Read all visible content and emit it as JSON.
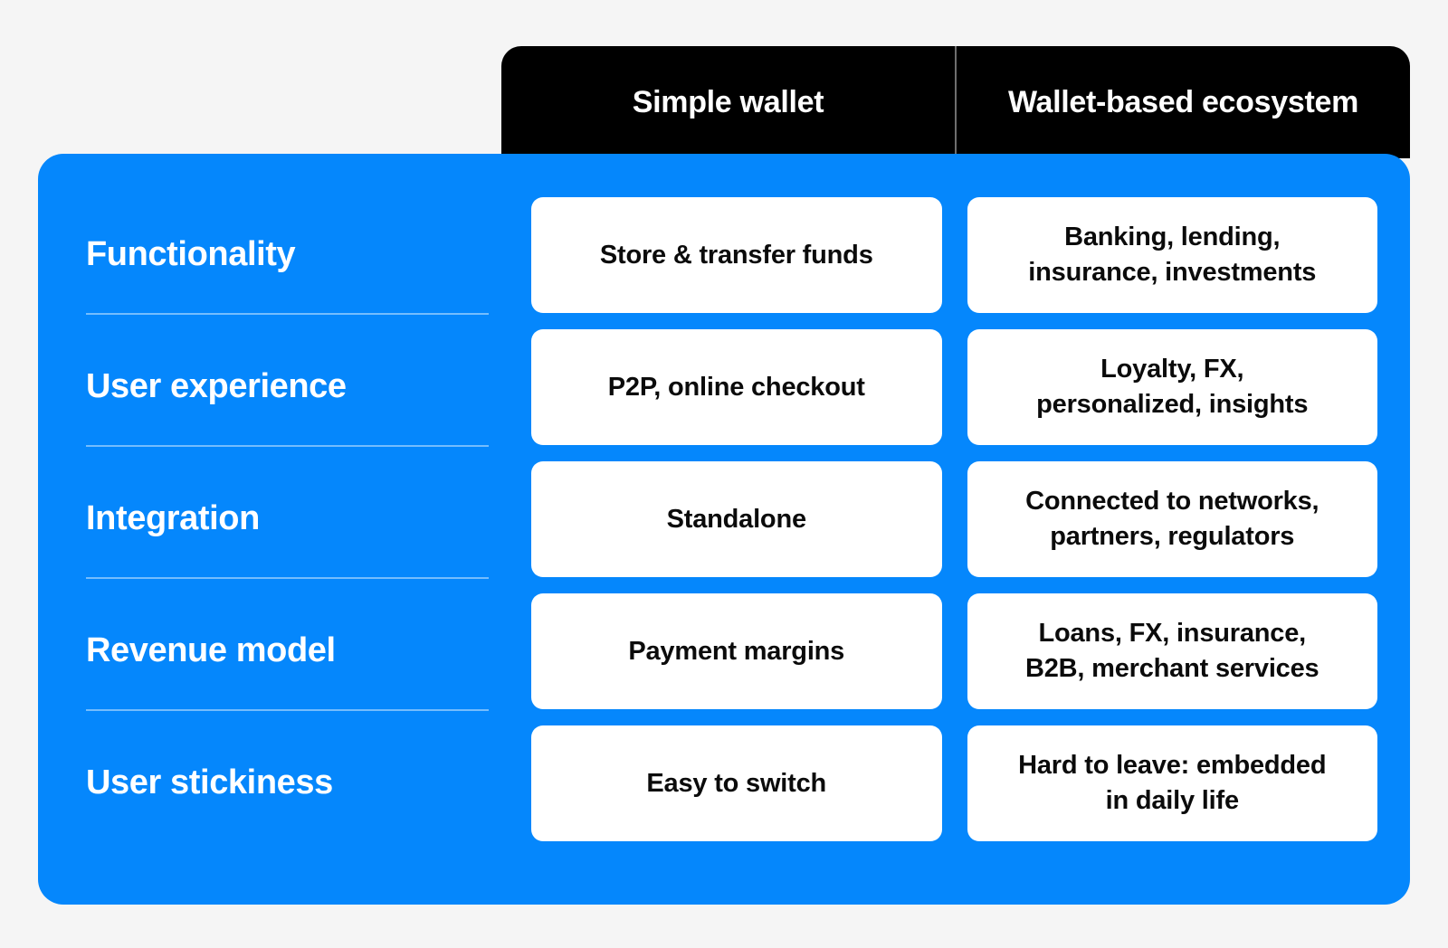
{
  "theme": {
    "background": "#f5f5f5",
    "panel_blue": "#0587fc",
    "header_black": "#000000",
    "card_white": "#ffffff",
    "text_dark": "#0b0b0b",
    "divider_white": "rgba(255,255,255,0.45)",
    "header_divider_gray": "#6e6e6e"
  },
  "table": {
    "columns": [
      {
        "id": "simple-wallet",
        "label": "Simple wallet"
      },
      {
        "id": "wallet-based-ecosystem",
        "label": "Wallet-based\necosystem"
      }
    ],
    "rows": [
      {
        "id": "functionality",
        "label": "Functionality",
        "simple_wallet": "Store & transfer funds",
        "wallet_ecosystem": "Banking, lending,\ninsurance, investments"
      },
      {
        "id": "user-experience",
        "label": "User experience",
        "simple_wallet": "P2P, online checkout",
        "wallet_ecosystem": "Loyalty, FX,\npersonalized, insights"
      },
      {
        "id": "integration",
        "label": "Integration",
        "simple_wallet": "Standalone",
        "wallet_ecosystem": "Connected to networks,\npartners, regulators"
      },
      {
        "id": "revenue-model",
        "label": "Revenue model",
        "simple_wallet": "Payment margins",
        "wallet_ecosystem": "Loans, FX, insurance,\nB2B, merchant services"
      },
      {
        "id": "user-stickiness",
        "label": "User stickiness",
        "simple_wallet": "Easy to switch",
        "wallet_ecosystem": "Hard to leave: embedded\nin daily life"
      }
    ]
  }
}
